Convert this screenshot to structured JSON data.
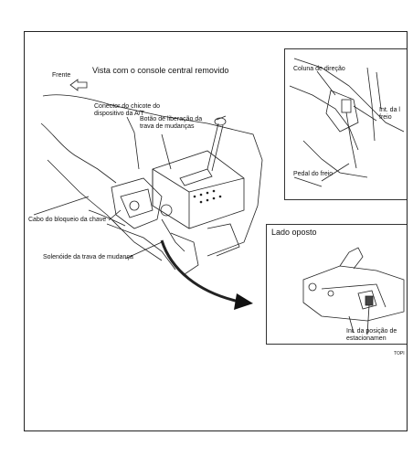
{
  "main_view": {
    "direction_label": "Frente",
    "title": "Vista com o console central removido",
    "callouts": {
      "harness_connector": "Conector do chicote do dispositivo da A/T",
      "shift_lock_release": "Botão de liberação da trava de mudanças",
      "key_lock_cable": "Cabo do bloqueio da chave",
      "shift_lock_solenoid": "Solenóide da trava de mudança"
    }
  },
  "inset_top": {
    "steering_column": "Coluna de direção",
    "brake_switch_partial": "Int. da l freio",
    "brake_pedal": "Pedal do freio"
  },
  "inset_bottom": {
    "title": "Lado oposto",
    "park_switch": "Int. da posição de estacionamen"
  },
  "footer_code": "TOPI"
}
